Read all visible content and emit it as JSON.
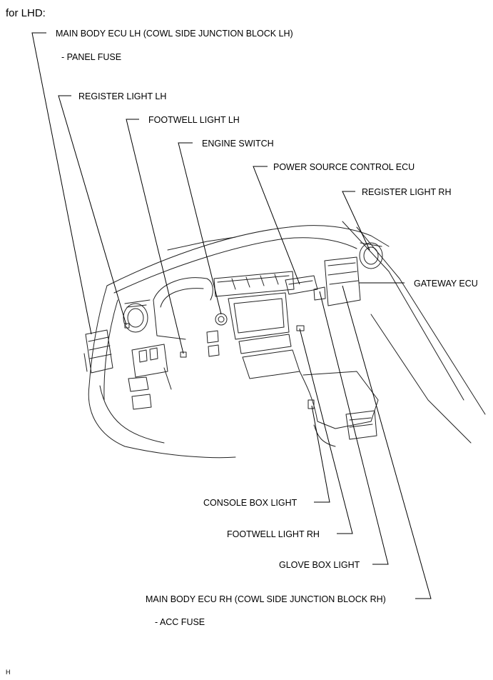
{
  "header": {
    "variant": "for LHD:"
  },
  "labels": {
    "main_body_ecu_lh": "MAIN BODY ECU LH (COWL SIDE JUNCTION BLOCK LH)",
    "panel_fuse": "- PANEL FUSE",
    "register_light_lh": "REGISTER LIGHT  LH",
    "footwell_light_lh": "FOOTWELL LIGHT  LH",
    "engine_switch": "ENGINE SWITCH",
    "power_source_control_ecu": "POWER SOURCE CONTROL ECU",
    "register_light_rh": "REGISTER LIGHT RH",
    "gateway_ecu": "GATEWAY ECU",
    "console_box_light": "CONSOLE BOX LIGHT",
    "footwell_light_rh": "FOOTWELL LIGHT  RH",
    "glove_box_light": "GLOVE BOX LIGHT",
    "main_body_ecu_rh": "MAIN BODY ECU RH (COWL SIDE JUNCTION BLOCK RH)",
    "acc_fuse": "- ACC FUSE"
  },
  "footer": {
    "code": "H"
  },
  "colors": {
    "line": "#000000",
    "art": "#222222",
    "background": "#ffffff"
  }
}
